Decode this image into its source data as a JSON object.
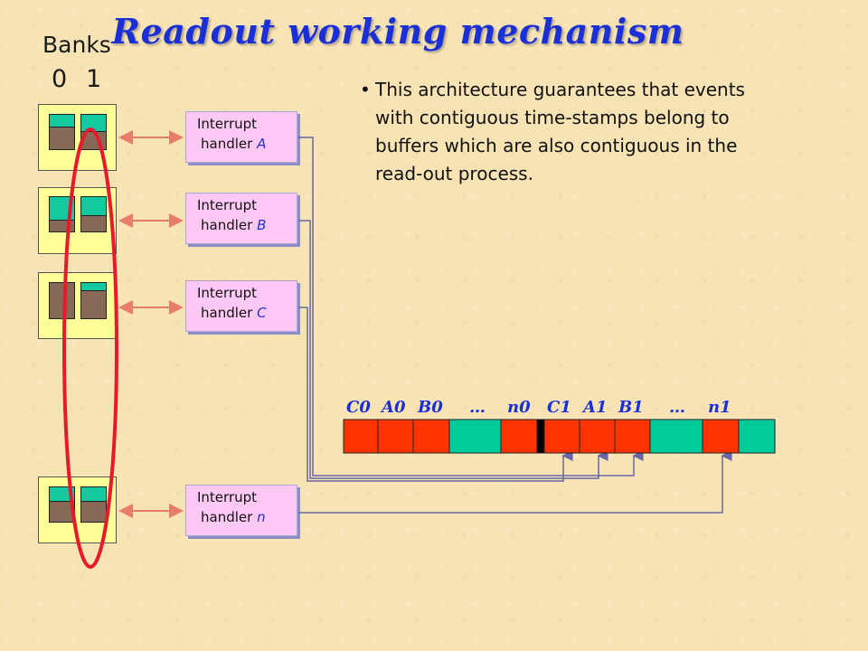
{
  "title": "Readout working mechanism",
  "banks": {
    "label": "Banks",
    "numbers": [
      "0",
      "1"
    ]
  },
  "handlers": [
    {
      "line1": "Interrupt",
      "line2": "handler",
      "letter": "A"
    },
    {
      "line1": "Interrupt",
      "line2": "handler",
      "letter": "B"
    },
    {
      "line1": "Interrupt",
      "line2": "handler",
      "letter": "C"
    },
    {
      "line1": "Interrupt",
      "line2": "handler",
      "letter": "n"
    }
  ],
  "bullet": {
    "lines": [
      "This architecture guarantees that events",
      "with contiguous time-stamps belong to",
      "buffers which are also contiguous in the",
      "read-out process."
    ]
  },
  "buffer": {
    "labels": [
      "C0",
      "A0",
      "B0",
      "…",
      "n0",
      "C1",
      "A1",
      "B1",
      "…",
      "n1"
    ],
    "segments": [
      "red",
      "red",
      "red",
      "teal",
      "red",
      "divider",
      "red",
      "red",
      "red",
      "teal",
      "red",
      "teal"
    ]
  },
  "colors": {
    "title": "#1a2fd6",
    "bank_fill": "#ffff99",
    "memory_dark": "#866a57",
    "memory_teal": "#14c8a0",
    "handler_fill": "#ffc8f5",
    "buffer_red": "#ff3300",
    "buffer_teal": "#00cc99",
    "highlight_ellipse": "#e8192c",
    "connector_arrow": "#e67e6b",
    "routing_line": "#6666aa"
  }
}
